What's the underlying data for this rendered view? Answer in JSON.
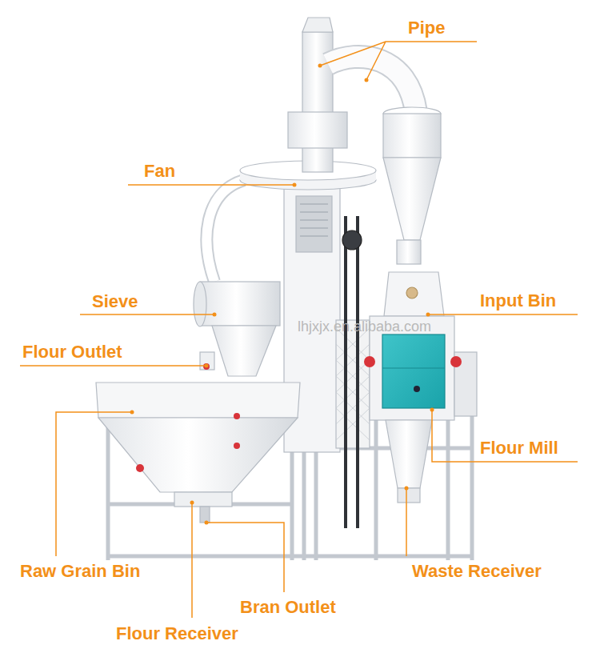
{
  "diagram": {
    "labels": [
      "Pipe",
      "Fan",
      "Sieve",
      "Input Bin",
      "Flour Outlet",
      "Flour Mill",
      "Raw Grain Bin",
      "Waste Receiver",
      "Bran Outlet",
      "Flour Receiver",
      "lhjxjx.en.alibaba.com"
    ]
  }
}
